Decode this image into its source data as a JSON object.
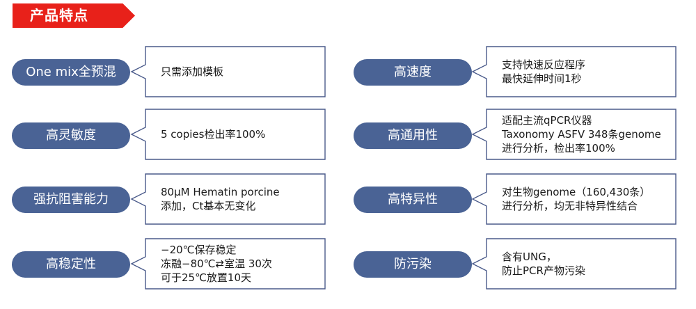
{
  "header": {
    "title": "产品特点"
  },
  "colors": {
    "accent_red": "#e8211a",
    "pill_blue": "#4a6395",
    "border_blue": "#4a5a8a",
    "text": "#1a1a1a"
  },
  "features": {
    "left": [
      {
        "label": "One mix全预混",
        "lines": [
          "只需添加模板"
        ]
      },
      {
        "label": "高灵敏度",
        "lines": [
          "5 copies检出率100%"
        ]
      },
      {
        "label": "强抗阻害能力",
        "lines": [
          "80μM Hematin porcine",
          "添加，Ct基本无变化"
        ]
      },
      {
        "label": "高稳定性",
        "lines": [
          "−20℃保存稳定",
          "冻融−80℃⇄室温 30次",
          "可于25℃放置10天"
        ]
      }
    ],
    "right": [
      {
        "label": "高速度",
        "lines": [
          "支持快速反应程序",
          "最快延伸时间1秒"
        ]
      },
      {
        "label": "高通用性",
        "lines": [
          "适配主流qPCR仪器",
          "Taxonomy ASFV 348条genome",
          "进行分析，检出率100%"
        ]
      },
      {
        "label": "高特异性",
        "lines": [
          "对生物genome（160,430条）",
          "进行分析，均无非特异性结合"
        ]
      },
      {
        "label": "防污染",
        "lines": [
          "含有UNG，",
          "防止PCR产物污染"
        ]
      }
    ]
  }
}
